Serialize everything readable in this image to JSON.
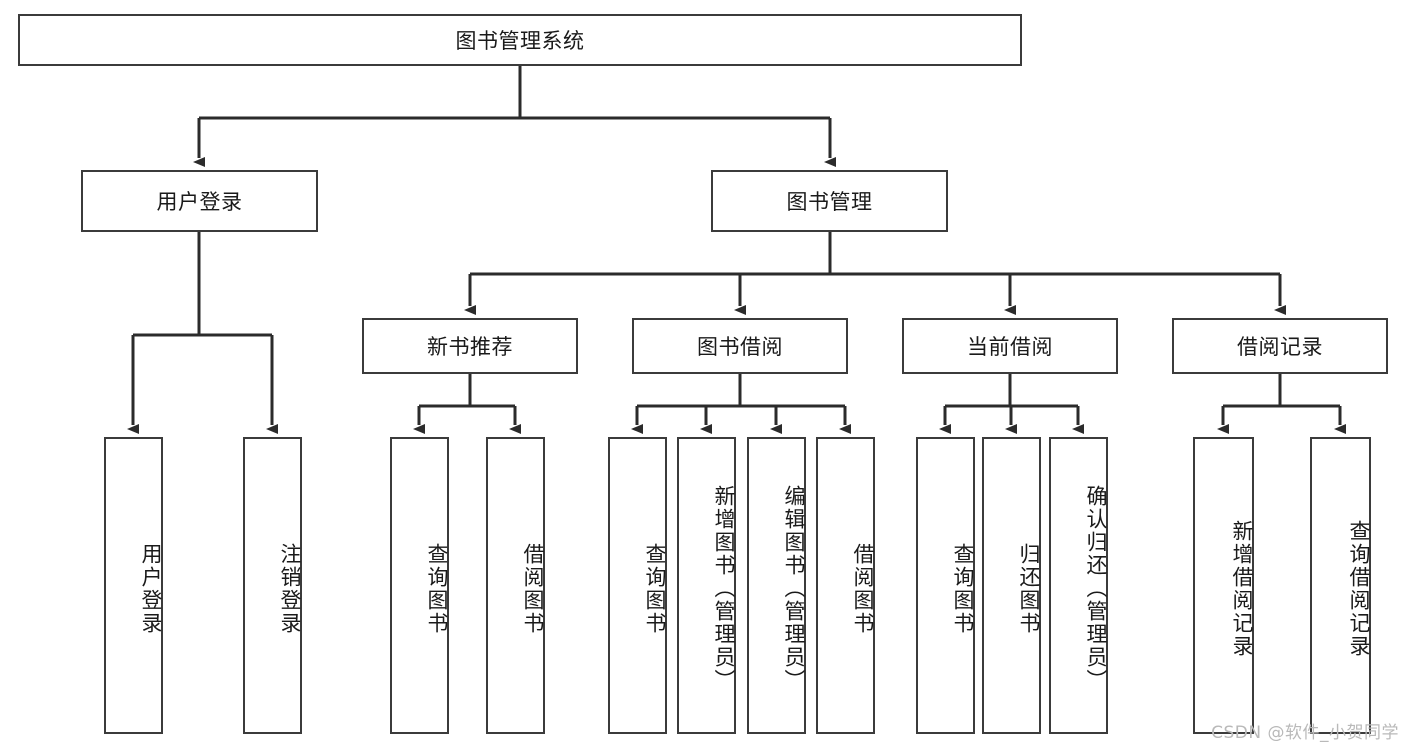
{
  "diagram": {
    "title": "图书管理系统",
    "type": "tree",
    "watermark": "CSDN @软件_小贺同学",
    "colors": {
      "node_border": "#3b3b3b",
      "node_fill": "#ffffff",
      "edge": "#2b2b2b",
      "text": "#1a1a1a",
      "watermark": "#b9b9b9"
    },
    "nodes": {
      "root": {
        "label": "图书管理系统"
      },
      "level2": [
        {
          "id": "user-login",
          "label": "用户登录"
        },
        {
          "id": "book-manage",
          "label": "图书管理"
        }
      ],
      "level3": [
        {
          "id": "new-book-recommend",
          "label": "新书推荐"
        },
        {
          "id": "book-borrow",
          "label": "图书借阅"
        },
        {
          "id": "current-borrow",
          "label": "当前借阅"
        },
        {
          "id": "borrow-record",
          "label": "借阅记录"
        }
      ],
      "leaves": {
        "user-login": [
          {
            "id": "user-login-leaf",
            "label": "用户登录"
          },
          {
            "id": "user-logout-leaf",
            "label": "注销登录"
          }
        ],
        "new-book-recommend": [
          {
            "id": "query-book-1",
            "label": "查询图书"
          },
          {
            "id": "borrow-book-1",
            "label": "借阅图书"
          }
        ],
        "book-borrow": [
          {
            "id": "query-book-2",
            "label": "查询图书"
          },
          {
            "id": "add-book",
            "label": "新增图书（管理员）"
          },
          {
            "id": "edit-book",
            "label": "编辑图书（管理员）"
          },
          {
            "id": "borrow-book-2",
            "label": "借阅图书"
          }
        ],
        "current-borrow": [
          {
            "id": "query-book-3",
            "label": "查询图书"
          },
          {
            "id": "return-book",
            "label": "归还图书"
          },
          {
            "id": "confirm-return",
            "label": "确认归还（管理员）"
          }
        ],
        "borrow-record": [
          {
            "id": "add-borrow-record",
            "label": "新增借阅记录"
          },
          {
            "id": "query-borrow-record",
            "label": "查询借阅记录"
          }
        ]
      }
    },
    "edges": [
      {
        "from": "图书管理系统",
        "to": "用户登录"
      },
      {
        "from": "图书管理系统",
        "to": "图书管理"
      },
      {
        "from": "用户登录",
        "to": "用户登录"
      },
      {
        "from": "用户登录",
        "to": "注销登录"
      },
      {
        "from": "图书管理",
        "to": "新书推荐"
      },
      {
        "from": "图书管理",
        "to": "图书借阅"
      },
      {
        "from": "图书管理",
        "to": "当前借阅"
      },
      {
        "from": "图书管理",
        "to": "借阅记录"
      },
      {
        "from": "新书推荐",
        "to": "查询图书"
      },
      {
        "from": "新书推荐",
        "to": "借阅图书"
      },
      {
        "from": "图书借阅",
        "to": "查询图书"
      },
      {
        "from": "图书借阅",
        "to": "新增图书（管理员）"
      },
      {
        "from": "图书借阅",
        "to": "编辑图书（管理员）"
      },
      {
        "from": "图书借阅",
        "to": "借阅图书"
      },
      {
        "from": "当前借阅",
        "to": "查询图书"
      },
      {
        "from": "当前借阅",
        "to": "归还图书"
      },
      {
        "from": "当前借阅",
        "to": "确认归还（管理员）"
      },
      {
        "from": "借阅记录",
        "to": "新增借阅记录"
      },
      {
        "from": "借阅记录",
        "to": "查询借阅记录"
      }
    ]
  }
}
